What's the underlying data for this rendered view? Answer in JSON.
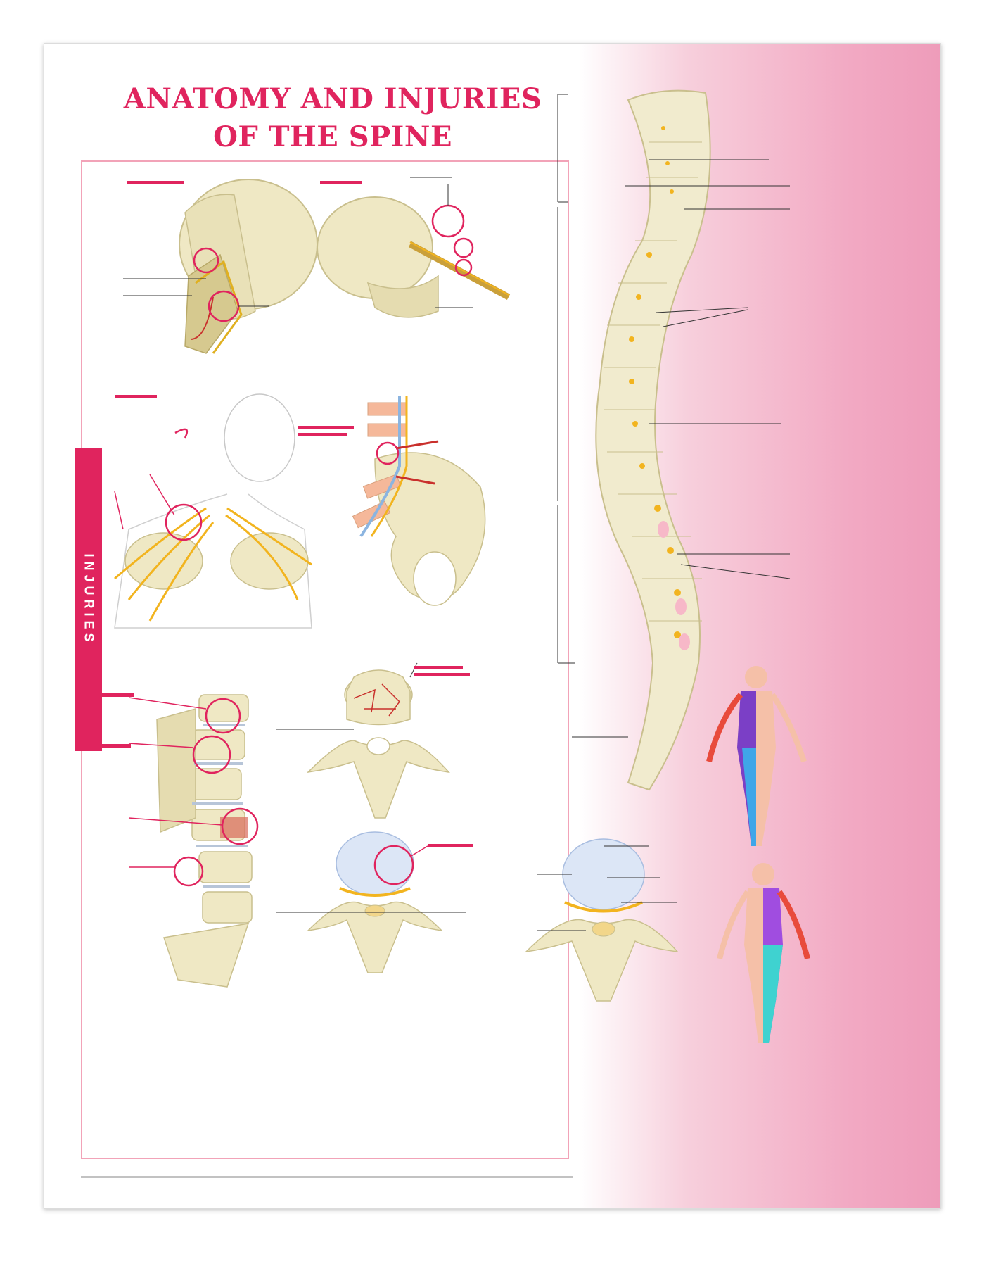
{
  "poster": {
    "title_line1": "ANATOMY AND INJURIES",
    "title_line2": "OF THE SPINE",
    "section_tab": "INJURIES"
  },
  "colors": {
    "accent": "#e0245e",
    "bone": "#efe8c4",
    "bone_stroke": "#c9bf8d",
    "nerve": "#f2b41f",
    "pink_bg": "#f2a9c3"
  },
  "icons": [
    "skull",
    "spine",
    "vertebra",
    "pelvis",
    "shoulder-nerves",
    "body-dermatome"
  ]
}
